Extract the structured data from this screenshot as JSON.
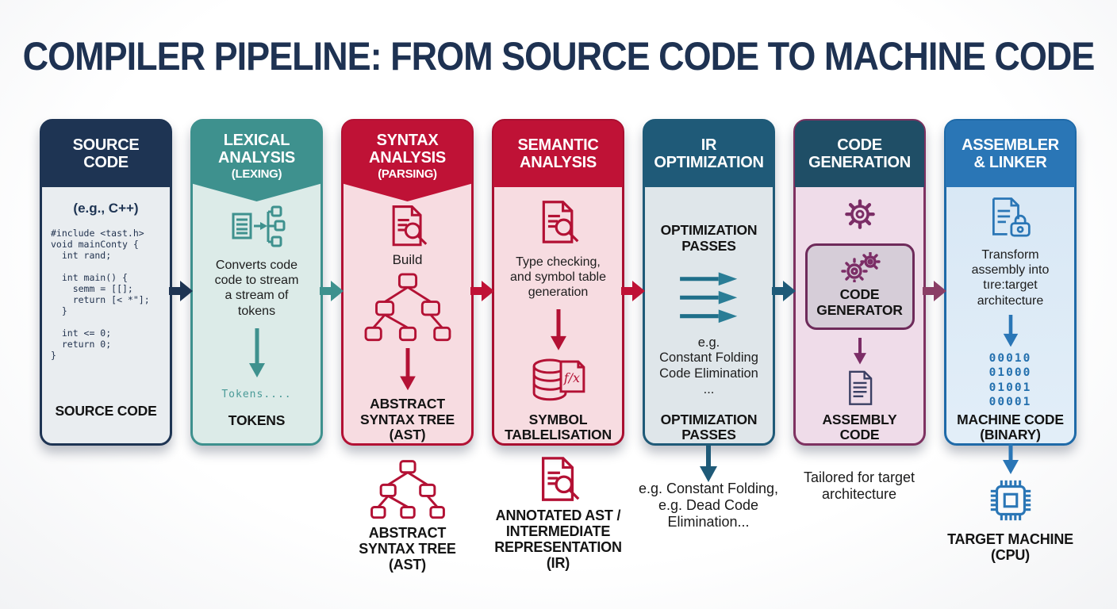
{
  "title": "COMPILER PIPELINE: FROM SOURCE CODE TO MACHINE CODE",
  "palette": {
    "navy": "#1e3453",
    "teal": "#3e918e",
    "crimson": "#bf1236",
    "slate": "#1f5a78",
    "blue": "#2a76b6",
    "purple": "#7b2d66",
    "maroon": "#8a3f66",
    "binary_blue": "#2470ae"
  },
  "cards": {
    "source": {
      "title": "SOURCE\nCODE",
      "example": "(e.g., C++)",
      "code": "#include <tast.h>\nvoid mainConty {\n  int rand;\n\n  int main() {\n    semm = [[];\n    return [< *\"];\n  }\n\n  int <= 0;\n  return 0;\n}",
      "label": "SOURCE CODE"
    },
    "lexical": {
      "title": "LEXICAL\nANALYSIS",
      "subtitle": "(LEXING)",
      "description": "Converts code\ncode to stream\na stream of\ntokens",
      "tokens_text": "Tokens....",
      "label": "TOKENS"
    },
    "syntax": {
      "title": "SYNTAX\nANALYSIS",
      "subtitle": "(PARSING)",
      "description": "Build",
      "label": "ABSTRACT\nSYNTAX TREE\n(AST)"
    },
    "semantic": {
      "title": "SEMANTIC\nANALYSIS",
      "description": "Type checking,\nand symbol table\ngeneration",
      "fx_label": "f/x",
      "label": "SYMBOL\nTABLELISATION"
    },
    "ir": {
      "title": "IR\nOPTIMIZATION",
      "top_label": "OPTIMIZATION\nPASSES",
      "examples": "e.g.\nConstant Folding\nCode Elimination\n...",
      "bottom_label": "OPTIMIZATION\nPASSES"
    },
    "codegen": {
      "title": "CODE\nGENERATION",
      "generator_label": "CODE\nGENERATOR",
      "label": "ASSEMBLY\nCODE"
    },
    "assembler": {
      "title": "ASSEMBLER\n& LINKER",
      "description": "Transform\nassembly into\ntıre:target\narchitecture",
      "binary": "00010\n01000\n01001\n00001",
      "label": "MACHINE CODE\n(BINARY)"
    }
  },
  "annotations": {
    "ast": "ABSTRACT\nSYNTAX TREE\n(AST)",
    "annotated_ir": "ANNOTATED AST /\nINTERMEDIATE\nREPRESENTATION\n(IR)",
    "opt_examples": "e.g. Constant Folding,\ne.g. Dead Code\nElimination...",
    "tailored": "Tailored for target\narchitecture",
    "target_machine": "TARGET MACHINE\n(CPU)"
  }
}
